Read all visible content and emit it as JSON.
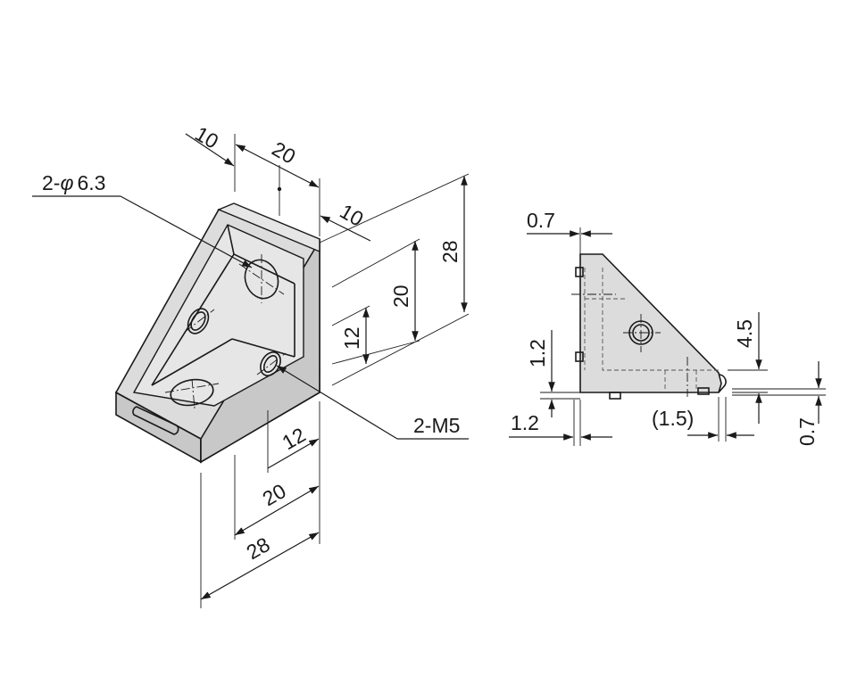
{
  "drawing": {
    "iso_view": {
      "top_dims": [
        "10",
        "20",
        "10"
      ],
      "height_dims": [
        "28",
        "20",
        "12"
      ],
      "width_dims": [
        "12",
        "20",
        "28"
      ],
      "callouts": {
        "hole_prefix": "2-",
        "hole_symbol": "φ",
        "hole_value": "6.3",
        "thread": "2-M5"
      }
    },
    "side_view": {
      "dims": {
        "top_thickness": "0.7",
        "left_offset": "1.2",
        "bottom_offset": "1.2",
        "ref_width": "(1.5)",
        "right_height": "4.5",
        "right_small": "0.7"
      }
    }
  }
}
